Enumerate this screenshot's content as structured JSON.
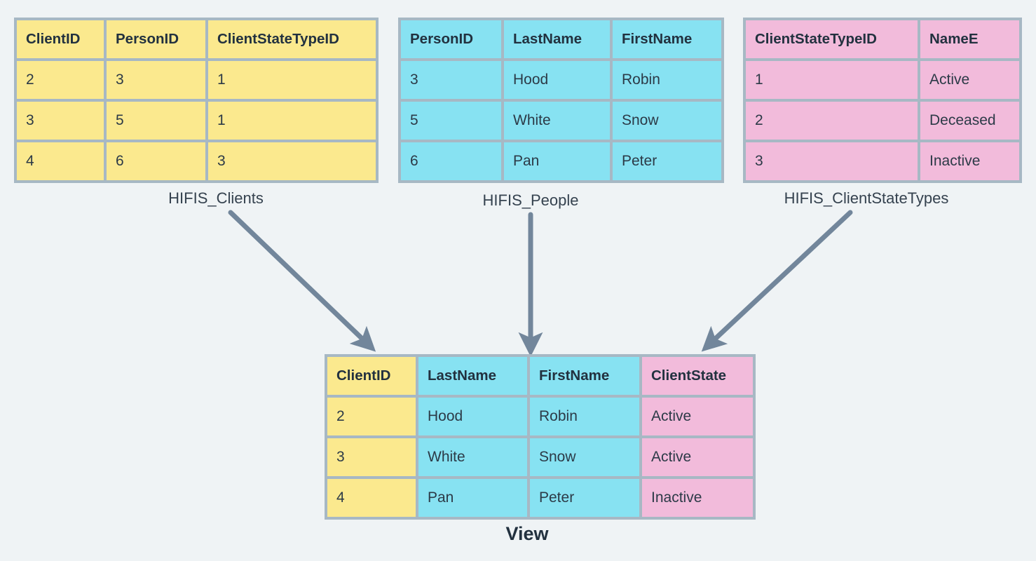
{
  "background_color": "#EFF3F5",
  "diagram": {
    "type": "database-view-join-diagram",
    "title_label": "View",
    "arrow_color": "#72869B",
    "border_color": "#A7B8C4"
  },
  "source_tables": [
    {
      "name": "HIFIS_Clients",
      "caption": "HIFIS_Clients",
      "color": "#FBE98E",
      "color_class": "c-yellow",
      "columns": [
        "ClientID",
        "PersonID",
        "ClientStateTypeID"
      ],
      "rows": [
        [
          "2",
          "3",
          "1"
        ],
        [
          "3",
          "5",
          "1"
        ],
        [
          "4",
          "6",
          "3"
        ]
      ]
    },
    {
      "name": "HIFIS_People",
      "caption": "HIFIS_People",
      "color": "#87E2F2",
      "color_class": "c-cyan",
      "columns": [
        "PersonID",
        "LastName",
        "FirstName"
      ],
      "rows": [
        [
          "3",
          "Hood",
          "Robin"
        ],
        [
          "5",
          "White",
          "Snow"
        ],
        [
          "6",
          "Pan",
          "Peter"
        ]
      ]
    },
    {
      "name": "HIFIS_ClientStateTypes",
      "caption": "HIFIS_ClientStateTypes",
      "color": "#F2BBDB",
      "color_class": "c-pink",
      "columns": [
        "ClientStateTypeID",
        "NameE"
      ],
      "rows": [
        [
          "1",
          "Active"
        ],
        [
          "2",
          "Deceased"
        ],
        [
          "3",
          "Inactive"
        ]
      ]
    }
  ],
  "result_view": {
    "caption": "View",
    "columns": [
      "ClientID",
      "LastName",
      "FirstName",
      "ClientState"
    ],
    "column_colors": [
      "#FBE98E",
      "#87E2F2",
      "#87E2F2",
      "#F2BBDB"
    ],
    "rows": [
      [
        "2",
        "Hood",
        "Robin",
        "Active"
      ],
      [
        "3",
        "White",
        "Snow",
        "Active"
      ],
      [
        "4",
        "Pan",
        "Peter",
        "Inactive"
      ]
    ]
  },
  "arrows": [
    {
      "from": "HIFIS_Clients",
      "to": "View",
      "direction": "down-right"
    },
    {
      "from": "HIFIS_People",
      "to": "View",
      "direction": "down"
    },
    {
      "from": "HIFIS_ClientStateTypes",
      "to": "View",
      "direction": "down-left"
    }
  ]
}
